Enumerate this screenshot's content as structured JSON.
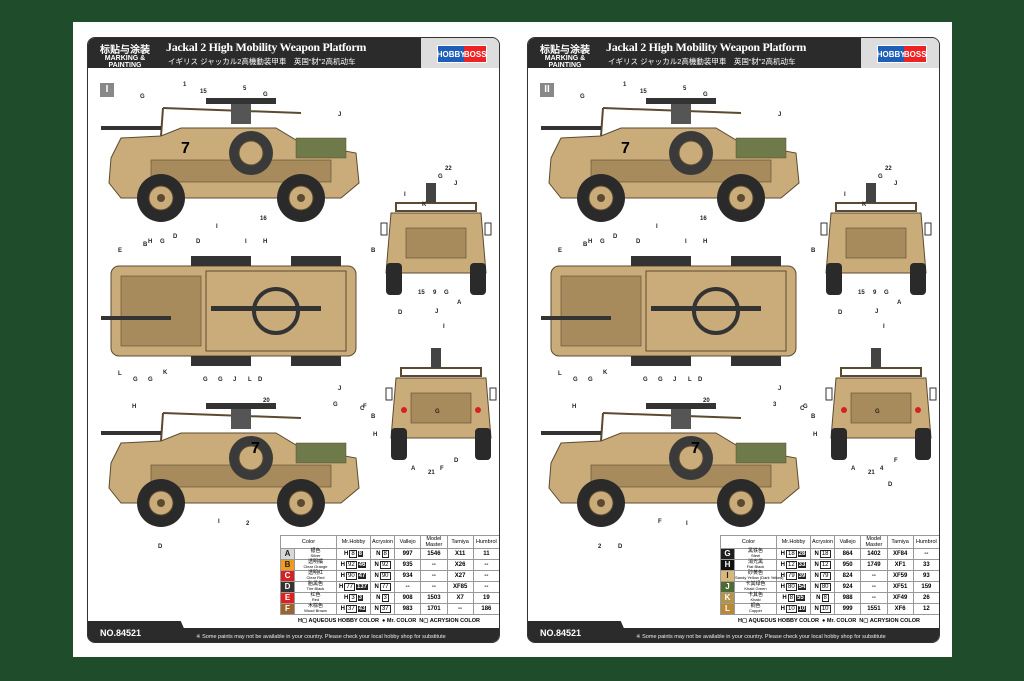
{
  "colors": {
    "background": "#1f4c2a",
    "header": "#2b2b2b",
    "vehicle_tan": "#c9ac7a"
  },
  "header": {
    "cn_title": "标贴与涂装",
    "en_title": "MARKING & PAINTING",
    "title": "Jackal 2 High Mobility Weapon Platform",
    "subtitle": "イギリス ジャッカル2高機動装甲車　英国“豺”2高机动车",
    "logo": [
      "HOBBY",
      "BOSS"
    ]
  },
  "panels": [
    {
      "badge": "I",
      "vehicle_number": "7",
      "callouts": {
        "side1": [
          "G",
          "1",
          "15",
          "5",
          "G",
          "J",
          "I",
          "16",
          "D"
        ],
        "front": [
          "G",
          "22",
          "J",
          "I",
          "K",
          "B",
          "D",
          "15",
          "9",
          "G",
          "A"
        ],
        "top": [
          "E",
          "H",
          "G",
          "D",
          "I",
          "H",
          "B",
          "L",
          "G",
          "G",
          "K",
          "G",
          "G",
          "J",
          "L",
          "D",
          "J"
        ],
        "rear": [
          "J",
          "I",
          "C",
          "B",
          "H",
          "G",
          "A",
          "21",
          "F",
          "D"
        ],
        "side2": [
          "H",
          "20",
          "G",
          "F",
          "I",
          "2",
          "D"
        ]
      },
      "table": {
        "headers": [
          "Color",
          "Mr.Hobby",
          "Acrysion",
          "Vallejo",
          "Model Master",
          "Tamiya",
          "Humbrol"
        ],
        "rows": [
          {
            "letter": "A",
            "color": "#d8d8d8",
            "text_color": "#222",
            "cn": "银色",
            "en": "Silver",
            "h": [
              "8",
              "8"
            ],
            "n": "8",
            "vallejo": "997",
            "mm": "1546",
            "tamiya": "X11",
            "humbrol": "11"
          },
          {
            "letter": "B",
            "color": "#f09a1e",
            "text_color": "#222",
            "cn": "透明橘",
            "en": "Clear Orange",
            "h": [
              "92",
              "46"
            ],
            "n": "92",
            "vallejo": "935",
            "mm": "--",
            "tamiya": "X26",
            "humbrol": "--"
          },
          {
            "letter": "C",
            "color": "#d42222",
            "text_color": "#fff",
            "cn": "透明红",
            "en": "Clear Red",
            "h": [
              "90",
              "47"
            ],
            "n": "90",
            "vallejo": "934",
            "mm": "--",
            "tamiya": "X27",
            "humbrol": "--"
          },
          {
            "letter": "D",
            "color": "#333333",
            "text_color": "#fff",
            "cn": "胎黑色",
            "en": "Tire Black",
            "h": [
              "77",
              "137"
            ],
            "n": "77",
            "vallejo": "--",
            "mm": "--",
            "tamiya": "XF85",
            "humbrol": "--"
          },
          {
            "letter": "E",
            "color": "#e0201c",
            "text_color": "#fff",
            "cn": "红色",
            "en": "Red",
            "h": [
              "3",
              "3"
            ],
            "n": "3",
            "vallejo": "908",
            "mm": "1503",
            "tamiya": "X7",
            "humbrol": "19"
          },
          {
            "letter": "F",
            "color": "#9a6330",
            "text_color": "#fff",
            "cn": "木棕色",
            "en": "Wood Brown",
            "h": [
              "37",
              "43"
            ],
            "n": "37",
            "vallejo": "983",
            "mm": "1701",
            "tamiya": "--",
            "humbrol": "186"
          }
        ]
      }
    },
    {
      "badge": "II",
      "vehicle_number": "7",
      "callouts": {
        "side1": [
          "G",
          "1",
          "15",
          "5",
          "G",
          "J",
          "I",
          "16",
          "D"
        ],
        "front": [
          "G",
          "22",
          "J",
          "I",
          "K",
          "B",
          "D",
          "15",
          "9",
          "G",
          "A"
        ],
        "top": [
          "E",
          "H",
          "G",
          "D",
          "I",
          "H",
          "B",
          "L",
          "G",
          "G",
          "K",
          "G",
          "G",
          "J",
          "L",
          "D",
          "J"
        ],
        "rear": [
          "J",
          "I",
          "C",
          "B",
          "H",
          "G",
          "A",
          "21",
          "4",
          "F",
          "D"
        ],
        "side2": [
          "H",
          "20",
          "3",
          "G",
          "F",
          "I",
          "2",
          "D"
        ]
      },
      "table": {
        "headers": [
          "Color",
          "Mr.Hobby",
          "Acrysion",
          "Vallejo",
          "Model Master",
          "Tamiya",
          "Humbrol"
        ],
        "rows": [
          {
            "letter": "G",
            "color": "#1e1e1e",
            "text_color": "#fff",
            "cn": "黑铁色",
            "en": "Steel",
            "h": [
              "18",
              "28"
            ],
            "n": "18",
            "vallejo": "864",
            "mm": "1402",
            "tamiya": "XF84",
            "humbrol": "--"
          },
          {
            "letter": "H",
            "color": "#111111",
            "text_color": "#fff",
            "cn": "消光黑",
            "en": "Flat Black",
            "h": [
              "12",
              "33"
            ],
            "n": "12",
            "vallejo": "950",
            "mm": "1749",
            "tamiya": "XF1",
            "humbrol": "33"
          },
          {
            "letter": "I",
            "color": "#d9b878",
            "text_color": "#222",
            "cn": "砂黄色",
            "en": "Sandy Yellow (Dark Yellow)",
            "h": [
              "79",
              "39"
            ],
            "n": "79",
            "vallejo": "824",
            "mm": "--",
            "tamiya": "XF59",
            "humbrol": "93"
          },
          {
            "letter": "J",
            "color": "#4f6b34",
            "text_color": "#fff",
            "cn": "卡其绿色",
            "en": "Khaki Green",
            "h": [
              "80",
              "54"
            ],
            "n": "80",
            "vallejo": "924",
            "mm": "--",
            "tamiya": "XF51",
            "humbrol": "159"
          },
          {
            "letter": "K",
            "color": "#b59448",
            "text_color": "#fff",
            "cn": "卡其色",
            "en": "Khaki",
            "h": [
              "8",
              "55"
            ],
            "n": "8",
            "vallejo": "988",
            "mm": "--",
            "tamiya": "XF49",
            "humbrol": "26"
          },
          {
            "letter": "L",
            "color": "#b98a36",
            "text_color": "#fff",
            "cn": "铜色",
            "en": "Copper",
            "h": [
              "10",
              "10"
            ],
            "n": "10",
            "vallejo": "999",
            "mm": "1551",
            "tamiya": "XF6",
            "humbrol": "12"
          }
        ]
      }
    }
  ],
  "legend": {
    "h": "AQUEOUS HOBBY COLOR",
    "c": "Mr. COLOR",
    "n": "ACRYSION COLOR"
  },
  "footer": {
    "note": "※ Some paints may not be available in your country. Please check your local hobby shop for substitute",
    "product_no": "NO.84521"
  }
}
